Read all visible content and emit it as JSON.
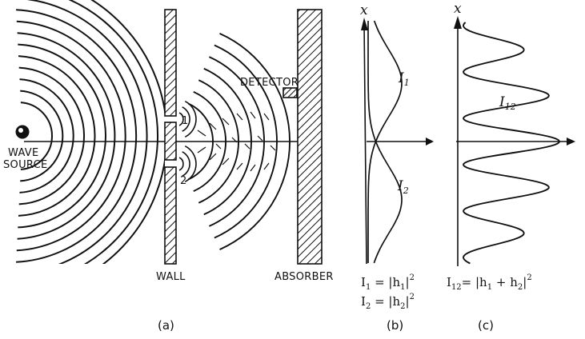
{
  "panel_a": {
    "source_label_line1": "WAVE",
    "source_label_line2": "SOURCE",
    "slit_1": "1",
    "slit_2": "2",
    "wall_label": "WALL",
    "detector_label": "DETECTOR",
    "absorber_label": "ABSORBER",
    "caption": "(a)"
  },
  "panel_b": {
    "axis_label": "x",
    "curve_1_label": "I",
    "curve_1_sub": "1",
    "curve_2_label": "I",
    "curve_2_sub": "2",
    "eq1_lhs": "I",
    "eq1_lhs_sub": "1",
    "eq1_rhs": " = |h",
    "eq1_rhs_sub": "1",
    "eq1_close": "|",
    "eq1_sup": "2",
    "eq2_lhs": "I",
    "eq2_lhs_sub": "2",
    "eq2_rhs": " = |h",
    "eq2_rhs_sub": "2",
    "eq2_close": "|",
    "eq2_sup": "2",
    "caption": "(b)"
  },
  "panel_c": {
    "axis_label": "x",
    "curve_label": "I",
    "curve_sub": "12",
    "eq_lhs": "I",
    "eq_lhs_sub": "12",
    "eq_mid": "= |h",
    "eq_mid_sub": "1",
    "eq_plus": " + h",
    "eq_plus_sub": "2",
    "eq_close": "|",
    "eq_sup": "2",
    "caption": "(c)"
  },
  "colors": {
    "ink": "#111111",
    "background": "#ffffff"
  }
}
